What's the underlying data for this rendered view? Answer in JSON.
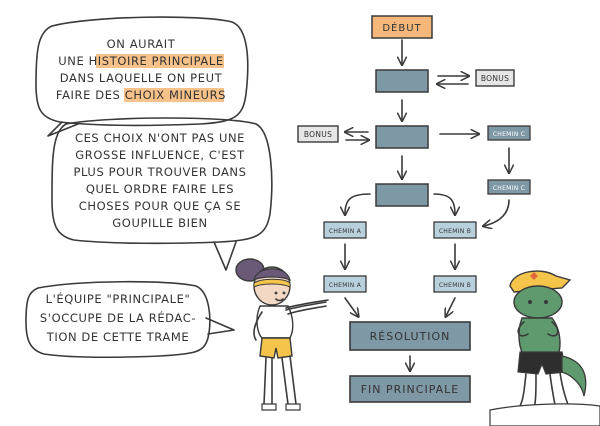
{
  "bubbles": {
    "top": {
      "line1": "ON AURAIT",
      "line2_pre": "UNE ",
      "line2_highlight": "HISTOIRE PRINCIPALE",
      "line3": "DANS LAQUELLE ON PEUT",
      "line4_pre": "FAIRE DES ",
      "line4_highlight": "CHOIX MINEURS"
    },
    "middle": {
      "lines": [
        "CES CHOIX N'ONT PAS UNE",
        "GROSSE INFLUENCE, C'EST",
        "PLUS POUR TROUVER DANS",
        "QUEL ORDRE FAIRE LES",
        "CHOSES POUR QUE ÇA SE",
        "GOUPILLE BIEN"
      ]
    },
    "bottom": {
      "lines": [
        "L'ÉQUIPE \"PRINCIPALE\"",
        "S'OCCUPE DE LA RÉDAC-",
        "TION DE CETTE TRAME"
      ]
    }
  },
  "flow": {
    "start": "DÉBUT",
    "bonus_right": "BONUS",
    "bonus_left": "BONUS",
    "chemin_c_1": "CHEMIN C",
    "chemin_c_2": "CHEMIN C",
    "chemin_a_1": "CHEMIN A",
    "chemin_a_2": "CHEMIN A",
    "chemin_b_1": "CHEMIN B",
    "chemin_b_2": "CHEMIN B",
    "resolution": "RÉSOLUTION",
    "end": "FIN PRINCIPALE"
  },
  "colors": {
    "highlight": "#f7c28a",
    "start_fill": "#f5b87a",
    "node_fill": "#7f98a5",
    "node_light": "#b8d0dc",
    "ink": "#3a3a3a"
  }
}
